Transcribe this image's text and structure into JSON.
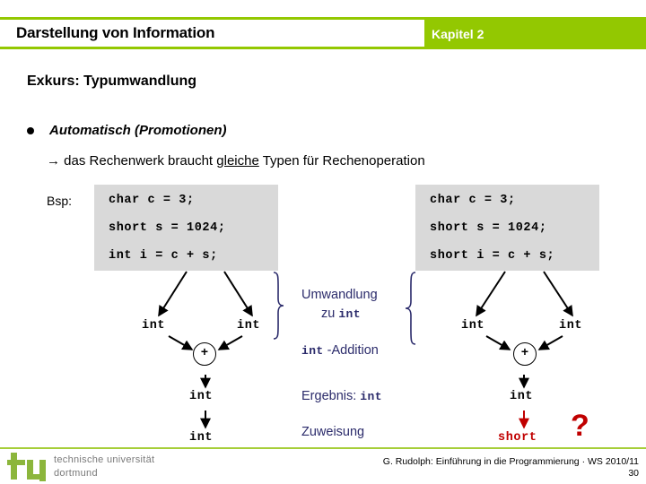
{
  "header": {
    "title": "Darstellung von Information",
    "chapter": "Kapitel 2",
    "green": "#93c801"
  },
  "section": {
    "title": "Exkurs: Typumwandlung"
  },
  "bullet": {
    "marker": "bullet-dot",
    "text": "Automatisch (Promotionen)",
    "sub_arrow": "→",
    "sub_before": " das Rechenwerk braucht ",
    "sub_underlined": "gleiche",
    "sub_after": " Typen für Rechenoperation"
  },
  "example": {
    "label": "Bsp:",
    "left_code": [
      "char c = 3;",
      "short s = 1024;",
      "int i = c + s;"
    ],
    "right_code": [
      "char c = 3;",
      "short s = 1024;",
      "short i = c + s;"
    ],
    "box_color": "#d9d9d9"
  },
  "diagram_left": {
    "operand_left": "int",
    "operand_right": "int",
    "operator": "+",
    "result": "int",
    "assigned": "int"
  },
  "diagram_right": {
    "operand_left": "int",
    "operand_right": "int",
    "operator": "+",
    "result": "int",
    "assigned": "short",
    "question": "?",
    "warn_color": "#c00000"
  },
  "annotations": {
    "color": "#2b2b6b",
    "conversion_line1": "Umwandlung",
    "conversion_line2_prefix": "zu ",
    "conversion_line2_mono": "int",
    "addition_mono": "int",
    "addition_suffix": " -Addition",
    "result_prefix": "Ergebnis: ",
    "result_mono": "int",
    "assignment": "Zuweisung"
  },
  "footer": {
    "logo_line1": "technische universität",
    "logo_line2": "dortmund",
    "logo_mark": "tu",
    "credit": "G. Rudolph: Einführung in die Programmierung · WS 2010/11",
    "page": "30",
    "rule_color": "#a6ce39"
  }
}
